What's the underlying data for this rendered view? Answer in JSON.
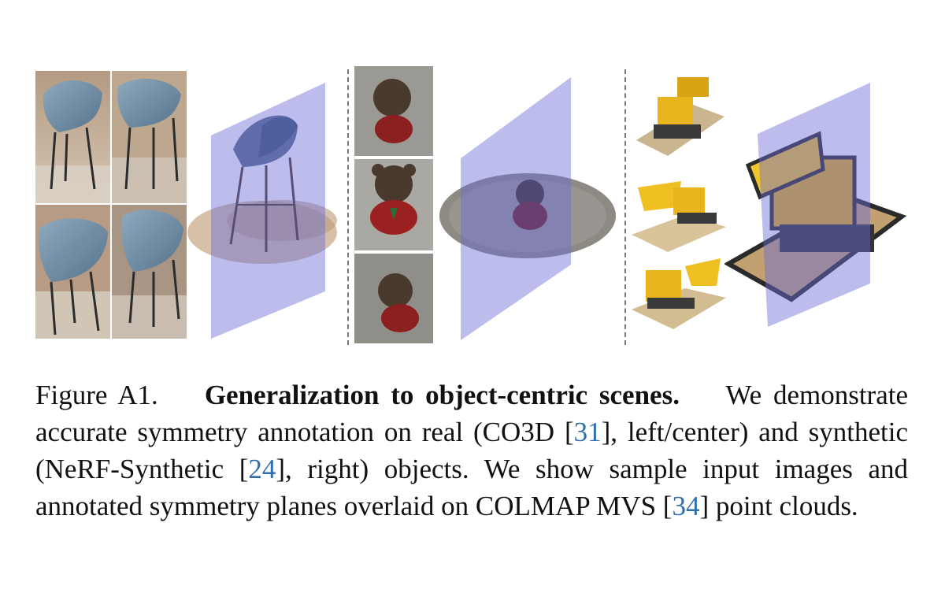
{
  "figure": {
    "colors": {
      "plane": "#6b6bd6",
      "citation": "#2f6fb0"
    },
    "panels": [
      {
        "name": "chair-input-images"
      },
      {
        "name": "chair-point-cloud"
      },
      {
        "name": "bear-input-images"
      },
      {
        "name": "bear-point-cloud"
      },
      {
        "name": "lego-input-images"
      },
      {
        "name": "lego-point-cloud"
      }
    ]
  },
  "caption": {
    "label": "Figure A1.",
    "title": "Generalization to object-centric scenes.",
    "parts": [
      "We demonstrate accurate symmetry annotation on real (CO3D [",
      "31",
      "], left/center) and synthetic (NeRF-Synthetic [",
      "24",
      "], right) objects. We show sample input images and annotated symmetry planes overlaid on COLMAP MVS [",
      "34",
      "] point clouds."
    ]
  }
}
